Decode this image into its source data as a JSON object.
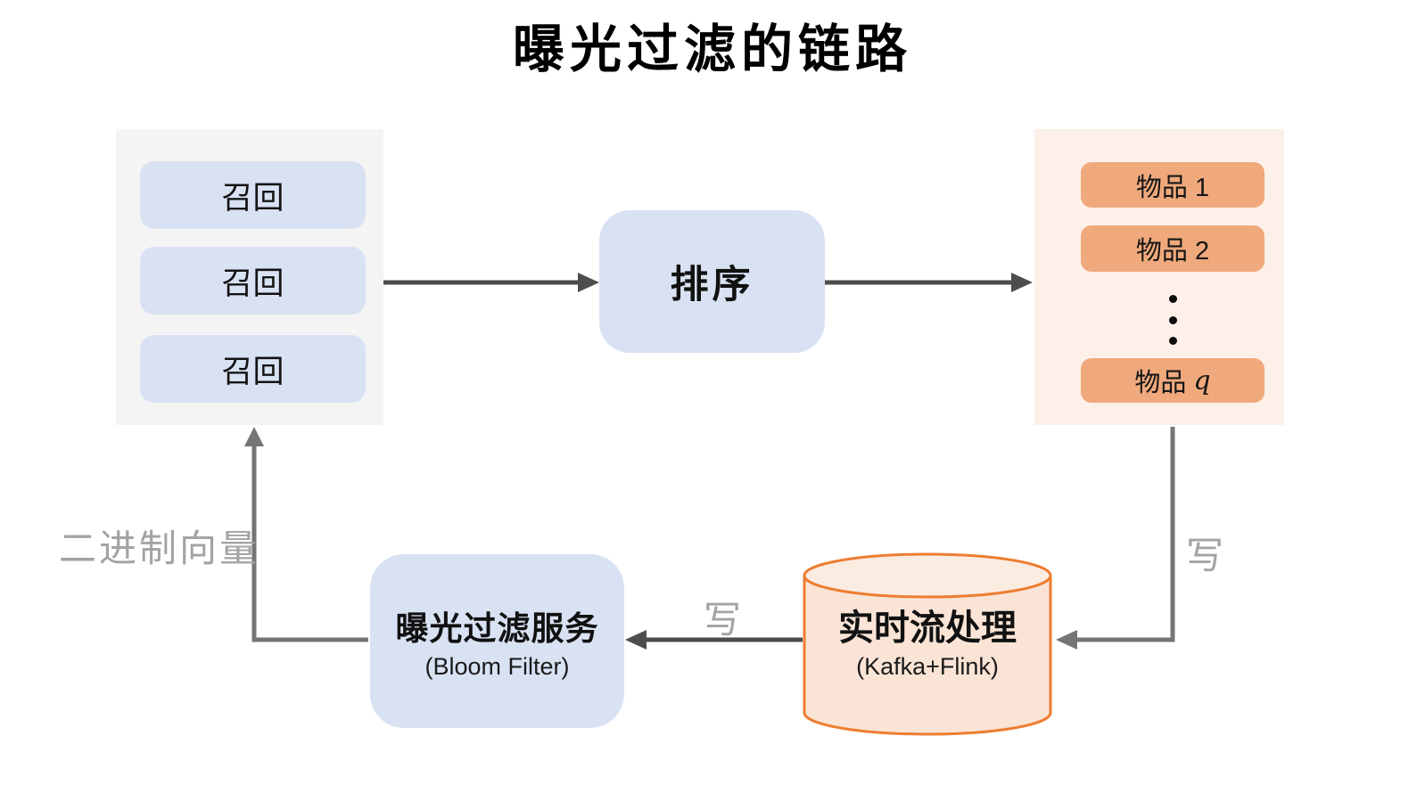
{
  "title": "曝光过滤的链路",
  "colors": {
    "blue_node_fill": "#D9E2F3",
    "gray_container_fill": "#F4F4F4",
    "orange_container_fill": "#FCF0E8",
    "orange_item_fill": "#F0A97C",
    "cylinder_fill": "#FAE4D5",
    "cylinder_top_fill": "#FBECE2",
    "cylinder_stroke": "#ED7D31",
    "arrow_dark": "#4D4D4D",
    "arrow_gray": "#757575",
    "edge_label_gray": "#A3A3A3"
  },
  "recall_group": {
    "items": [
      {
        "label": "召回"
      },
      {
        "label": "召回"
      },
      {
        "label": "召回"
      }
    ]
  },
  "ranking": {
    "label": "排序"
  },
  "items_group": {
    "item1": "物品 1",
    "item2": "物品 2",
    "ellipsis": "⋮",
    "last_prefix": "物品",
    "last_var": "q"
  },
  "bloom_service": {
    "title": "曝光过滤服务",
    "subtitle": "(Bloom Filter)"
  },
  "stream_processor": {
    "title": "实时流处理",
    "subtitle": "(Kafka+Flink)"
  },
  "edge_labels": {
    "write_items_to_stream": "写",
    "write_stream_to_bloom": "写",
    "binary_vector": "二进制向量"
  }
}
